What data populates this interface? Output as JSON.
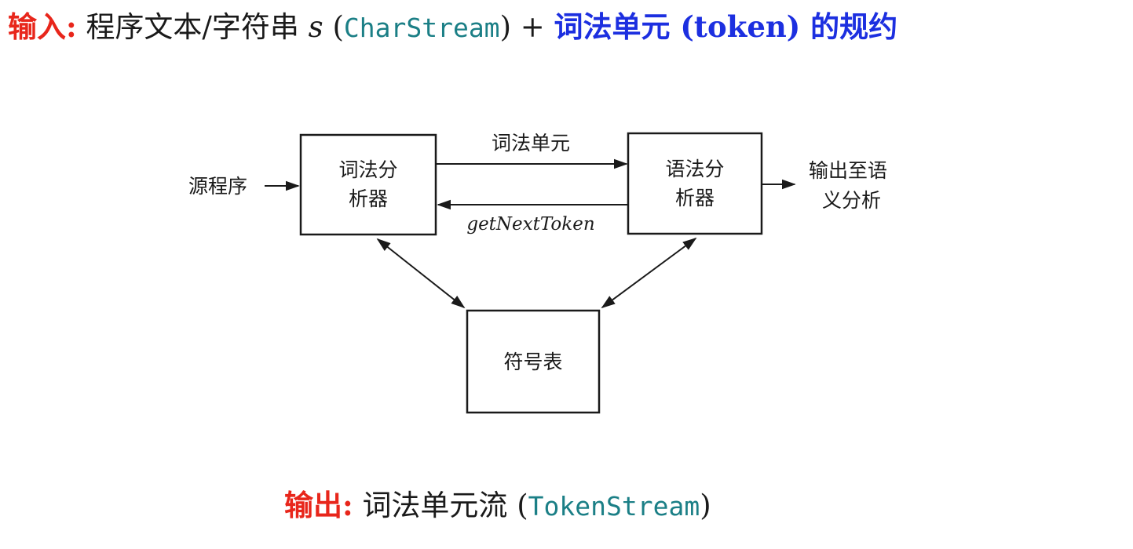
{
  "header": {
    "input_label": "输入:",
    "desc": "程序文本/字符串",
    "var": "s",
    "open_paren": "(",
    "charstream": "CharStream",
    "close_paren_plus": ") +",
    "token_spec": "词法单元 (token) 的规约"
  },
  "diagram": {
    "source_program": "源程序",
    "lexer_line1": "词法分",
    "lexer_line2": "析器",
    "token_label": "词法单元",
    "get_next_token": "getNextToken",
    "parser_line1": "语法分",
    "parser_line2": "析器",
    "output_line1": "输出至语",
    "output_line2": "义分析",
    "symbol_table": "符号表"
  },
  "footer": {
    "output_label": "输出:",
    "desc": "词法单元流",
    "open_paren": "(",
    "tokenstream": "TokenStream",
    "close_paren": ")"
  },
  "colors": {
    "red": "#e8261b",
    "blue": "#1c2fe0",
    "teal": "#1b7f86"
  }
}
